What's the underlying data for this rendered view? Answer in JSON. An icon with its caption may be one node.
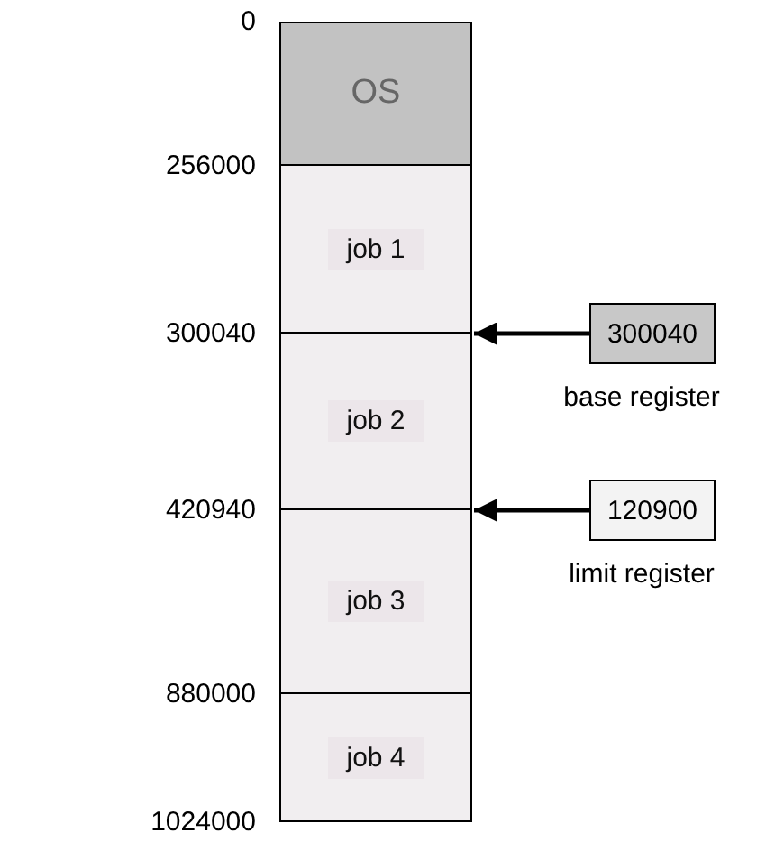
{
  "diagram": {
    "nodes": [
      {
        "text": [
          "OS"
        ]
      },
      {
        "text": [
          "job 1"
        ]
      },
      {
        "text": [
          "job 2"
        ]
      },
      {
        "text": [
          "job 3"
        ]
      },
      {
        "text": [
          "job 4"
        ]
      },
      {
        "text": [
          "300040"
        ],
        "beside": [
          "base register"
        ]
      },
      {
        "text": [
          "120900"
        ],
        "beside": [
          "limit register"
        ]
      }
    ],
    "edges": [
      {
        "from": 5,
        "to": 2,
        "arrow": "to"
      },
      {
        "from": 6,
        "to": 3,
        "arrow": "to"
      }
    ],
    "labels": [
      "0",
      "256000",
      "300040",
      "420940",
      "880000",
      "1024000"
    ]
  }
}
